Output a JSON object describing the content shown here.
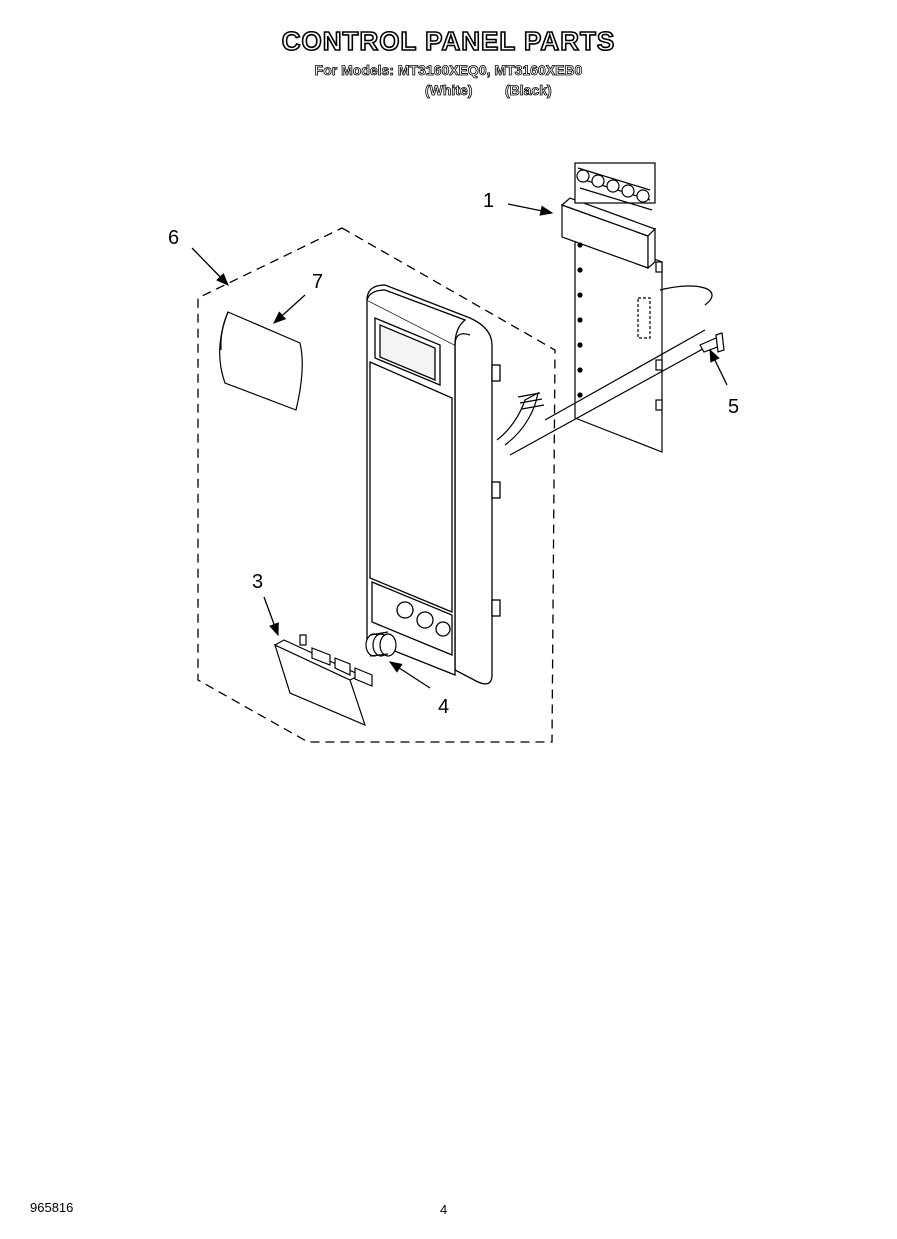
{
  "header": {
    "title": "CONTROL PANEL PARTS",
    "models_line": "For Models: MT3160XEQ0, MT3160XEB0",
    "variant_white": "(White)",
    "variant_black": "(Black)"
  },
  "callouts": [
    "1",
    "3",
    "4",
    "5",
    "6",
    "7"
  ],
  "footer": {
    "code": "965816",
    "page": "4"
  }
}
